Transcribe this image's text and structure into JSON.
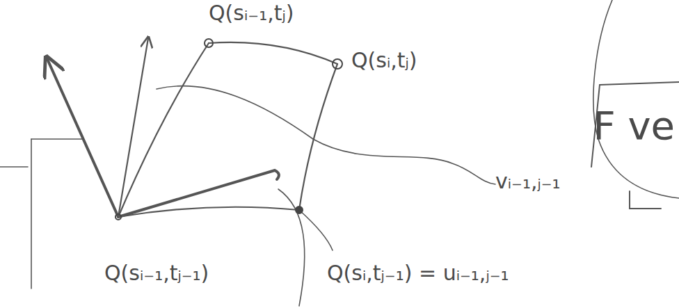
{
  "diagram": {
    "labels": [
      "Q(sᵢ₋₁,tⱼ)",
      "Q(sᵢ,tⱼ)",
      "Q(sᵢ₋₁,tⱼ₋₁)",
      "Q(sᵢ,tⱼ₋₁) = uᵢ₋₁,ⱼ₋₁",
      "vᵢ₋₁,ⱼ₋₁",
      "F ve"
    ]
  }
}
